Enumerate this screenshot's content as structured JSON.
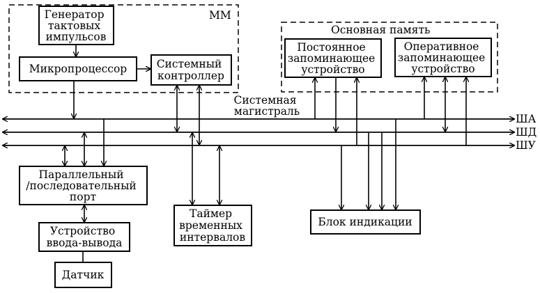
{
  "groups": {
    "mm": "ММ",
    "main_memory": "Основная память"
  },
  "blocks": {
    "clock_generator": [
      "Генератор",
      "тактовых",
      "импульсов"
    ],
    "microprocessor": [
      "Микропроцессор"
    ],
    "system_controller": [
      "Системный",
      "контроллер"
    ],
    "rom": [
      "Постоянное",
      "запоминающее",
      "устройство"
    ],
    "ram": [
      "Оперативное",
      "запоминающее",
      "устройство"
    ],
    "port": [
      "Параллельный",
      "/последовательный",
      "порт"
    ],
    "io_device": [
      "Устройство",
      "ввода-вывода"
    ],
    "sensor": [
      "Датчик"
    ],
    "timer": [
      "Таймер",
      "временных",
      "интервалов"
    ],
    "display_unit": [
      "Блок индикации"
    ]
  },
  "bus": {
    "title": [
      "Системная",
      "магистраль"
    ],
    "lines": [
      "ША",
      "ШД",
      "ШУ"
    ]
  }
}
